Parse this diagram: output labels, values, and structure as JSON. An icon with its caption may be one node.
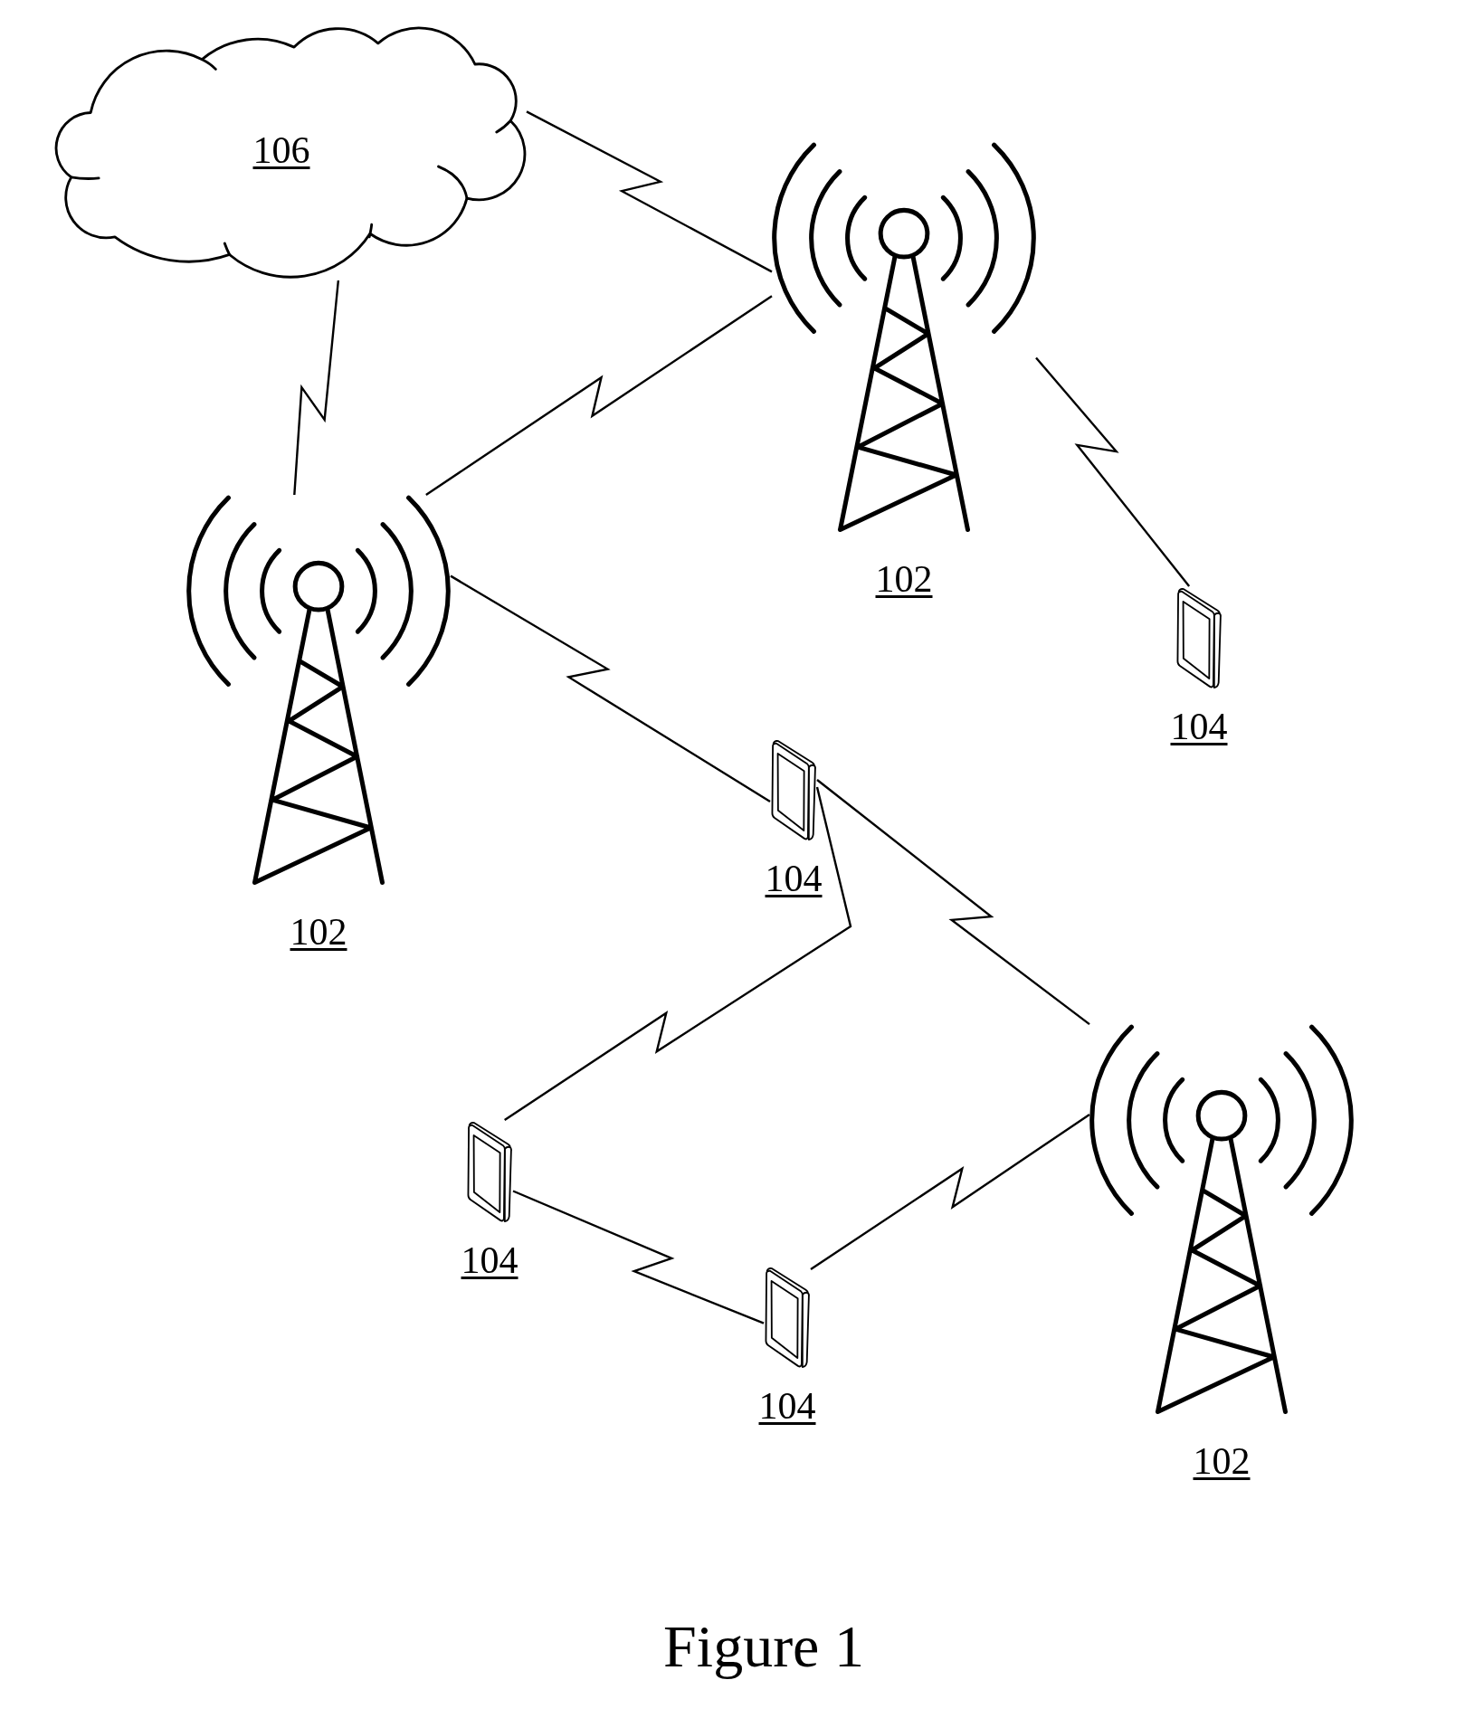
{
  "diagram": {
    "caption": "Figure 1",
    "nodes": [
      {
        "text": [
          "106"
        ]
      },
      {
        "text": [],
        "shape": "picture",
        "beside": [
          "102"
        ]
      },
      {
        "text": [],
        "shape": "picture",
        "beside": [
          "102"
        ]
      },
      {
        "text": [],
        "shape": "picture",
        "beside": [
          "104"
        ]
      },
      {
        "text": [],
        "shape": "picture",
        "beside": [
          "104"
        ]
      },
      {
        "text": [],
        "shape": "picture",
        "beside": [
          "102"
        ]
      },
      {
        "text": [],
        "shape": "picture",
        "beside": [
          "104"
        ]
      },
      {
        "text": [],
        "shape": "picture",
        "beside": [
          "104"
        ]
      }
    ],
    "edges": [
      {
        "from": 0,
        "to": 1,
        "arrow": "none"
      },
      {
        "from": 0,
        "to": 2,
        "arrow": "none"
      },
      {
        "from": 1,
        "to": 2,
        "arrow": "none"
      },
      {
        "from": 1,
        "to": 3,
        "arrow": "none"
      },
      {
        "from": 2,
        "to": 4,
        "arrow": "none"
      },
      {
        "from": 4,
        "to": 5,
        "arrow": "none"
      },
      {
        "from": 4,
        "to": 6,
        "arrow": "none"
      },
      {
        "from": 6,
        "to": 7,
        "arrow": "none"
      },
      {
        "from": 7,
        "to": 5,
        "arrow": "none"
      }
    ]
  }
}
